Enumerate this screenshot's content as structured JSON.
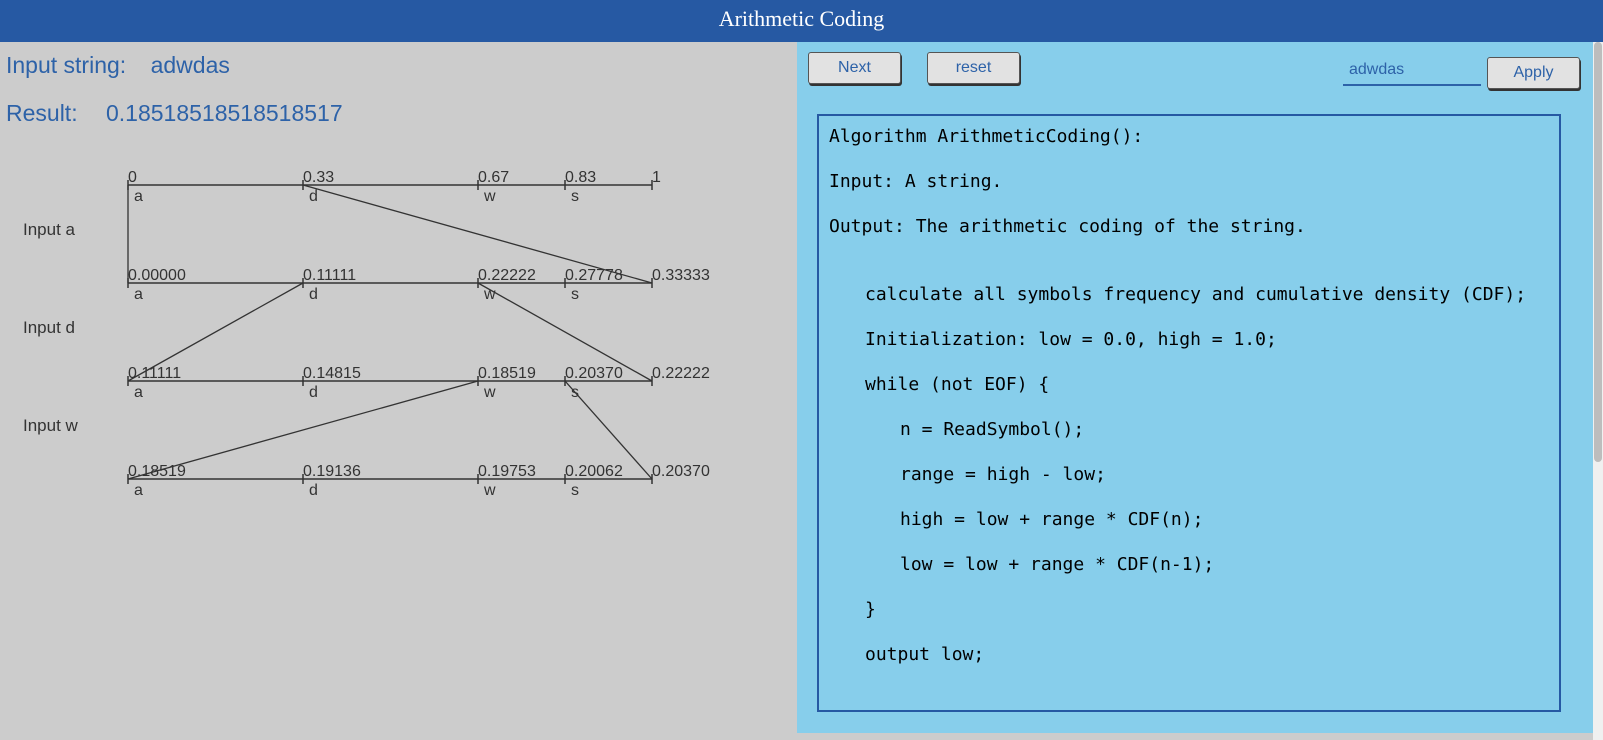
{
  "header": {
    "title": "Arithmetic Coding"
  },
  "info": {
    "input_label": "Input string:",
    "input_value": "adwdas",
    "result_label": "Result:",
    "result_value": "0.18518518518518517"
  },
  "diagram": {
    "symbols": [
      "a",
      "d",
      "w",
      "s"
    ],
    "rows": [
      {
        "ticks": [
          "0",
          "0.33",
          "0.67",
          "0.83",
          "1"
        ]
      },
      {
        "ticks": [
          "0.00000",
          "0.11111",
          "0.22222",
          "0.27778",
          "0.33333"
        ]
      },
      {
        "ticks": [
          "0.11111",
          "0.14815",
          "0.18519",
          "0.20370",
          "0.22222"
        ]
      },
      {
        "ticks": [
          "0.18519",
          "0.19136",
          "0.19753",
          "0.20062",
          "0.20370"
        ]
      }
    ],
    "steps": [
      {
        "label": "Input a"
      },
      {
        "label": "Input d"
      },
      {
        "label": "Input w"
      }
    ]
  },
  "controls": {
    "next_label": "Next",
    "reset_label": "reset",
    "apply_label": "Apply",
    "input_value": "adwdas"
  },
  "algorithm": {
    "lines": [
      "Algorithm ArithmeticCoding():",
      "Input: A string.",
      "Output: The arithmetic coding of the string.",
      "calculate all symbols frequency and cumulative density (CDF);",
      "Initialization: low = 0.0, high = 1.0;",
      "while (not EOF) {",
      "n = ReadSymbol();",
      "range = high - low;",
      "high = low + range * CDF(n);",
      "low = low + range * CDF(n-1);",
      "}",
      "output low;"
    ]
  },
  "colors": {
    "header_bg": "#2659a3",
    "left_bg": "#cccccc",
    "right_bg": "#87ceeb",
    "accent_text": "#2d62a8"
  }
}
